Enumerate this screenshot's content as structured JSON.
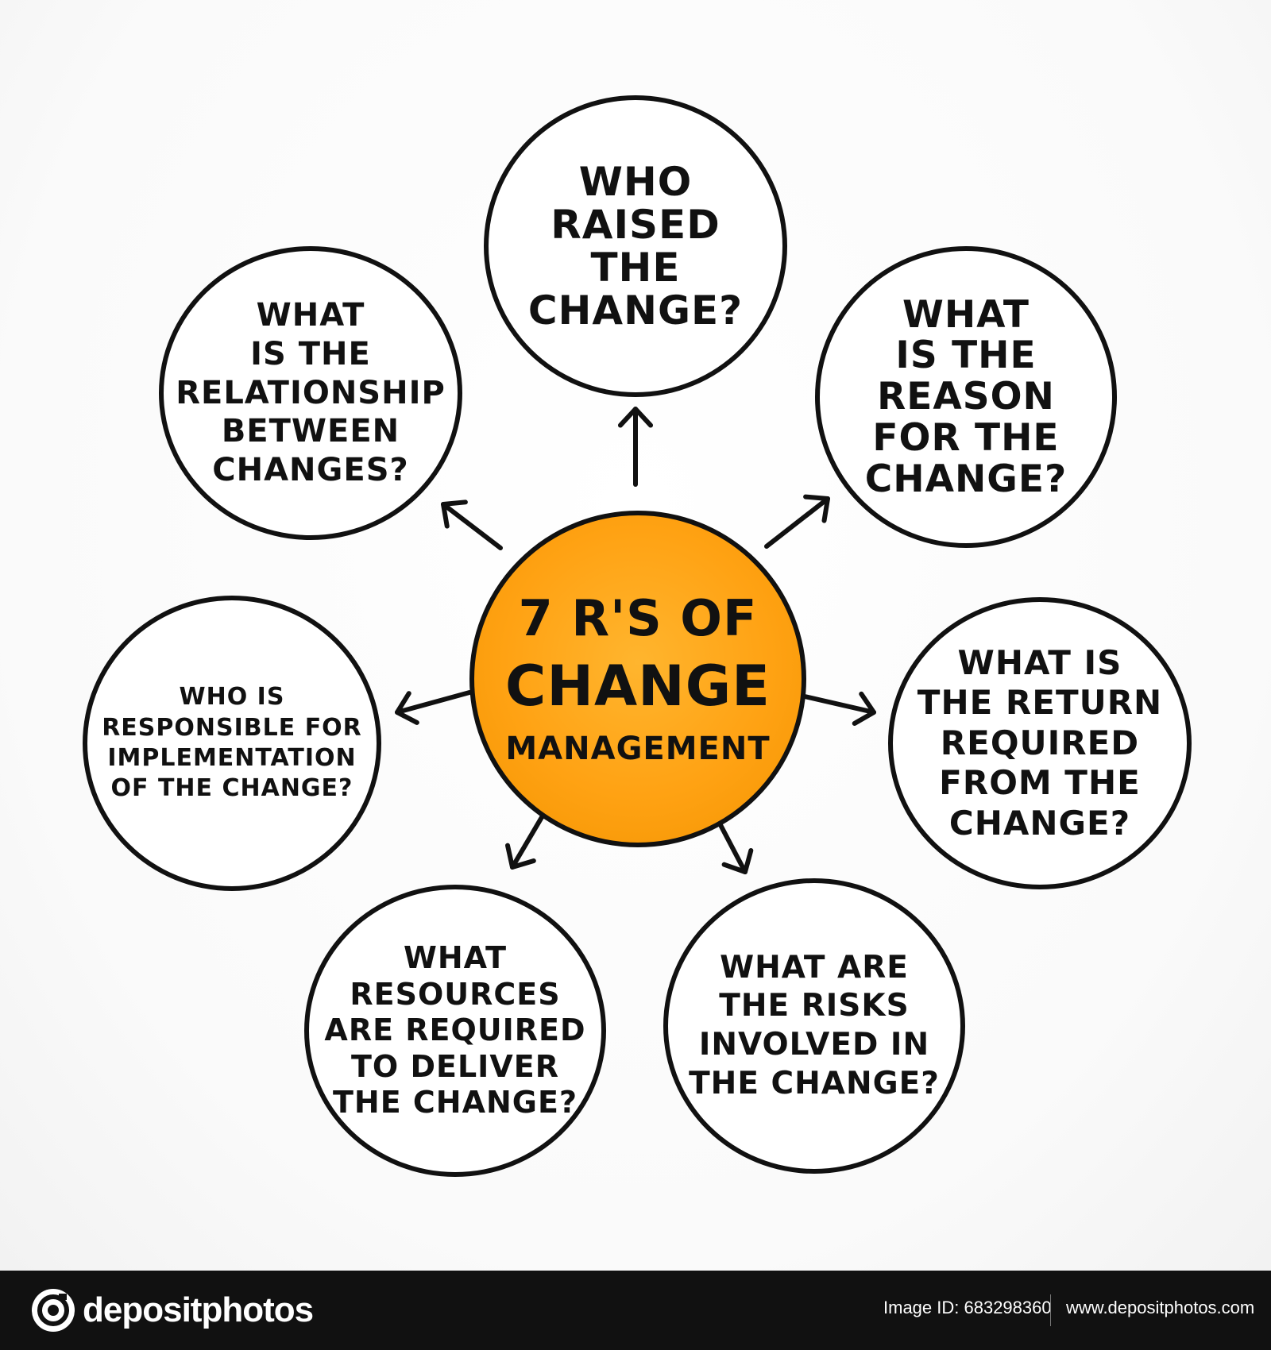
{
  "diagram": {
    "center": {
      "line1": "7 R'S OF",
      "line2": "CHANGE",
      "line3": "MANAGEMENT",
      "fill_color": "#ffa213"
    },
    "nodes": [
      {
        "id": "raised",
        "text": "WHO\nRAISED\nTHE\nCHANGE?"
      },
      {
        "id": "reason",
        "text": "WHAT\nIS THE\nREASON\nFOR THE\nCHANGE?"
      },
      {
        "id": "return",
        "text": "WHAT IS\nTHE RETURN\nREQUIRED\nFROM THE\nCHANGE?"
      },
      {
        "id": "risks",
        "text": "WHAT ARE\nTHE RISKS\nINVOLVED IN\nTHE CHANGE?"
      },
      {
        "id": "resources",
        "text": "WHAT\nRESOURCES\nARE REQUIRED\nTO DELIVER\nTHE CHANGE?"
      },
      {
        "id": "responsible",
        "text": "WHO IS\nRESPONSIBLE FOR\nIMPLEMENTATION\nOF THE CHANGE?"
      },
      {
        "id": "relationship",
        "text": "WHAT\nIS THE\nRELATIONSHIP\nBETWEEN\nCHANGES?"
      }
    ],
    "line_color": "#111111"
  },
  "footer": {
    "logo_icon": "camera-icon",
    "brand": "depositphotos",
    "image_id": "Image ID: 683298360",
    "website": "www.depositphotos.com"
  }
}
